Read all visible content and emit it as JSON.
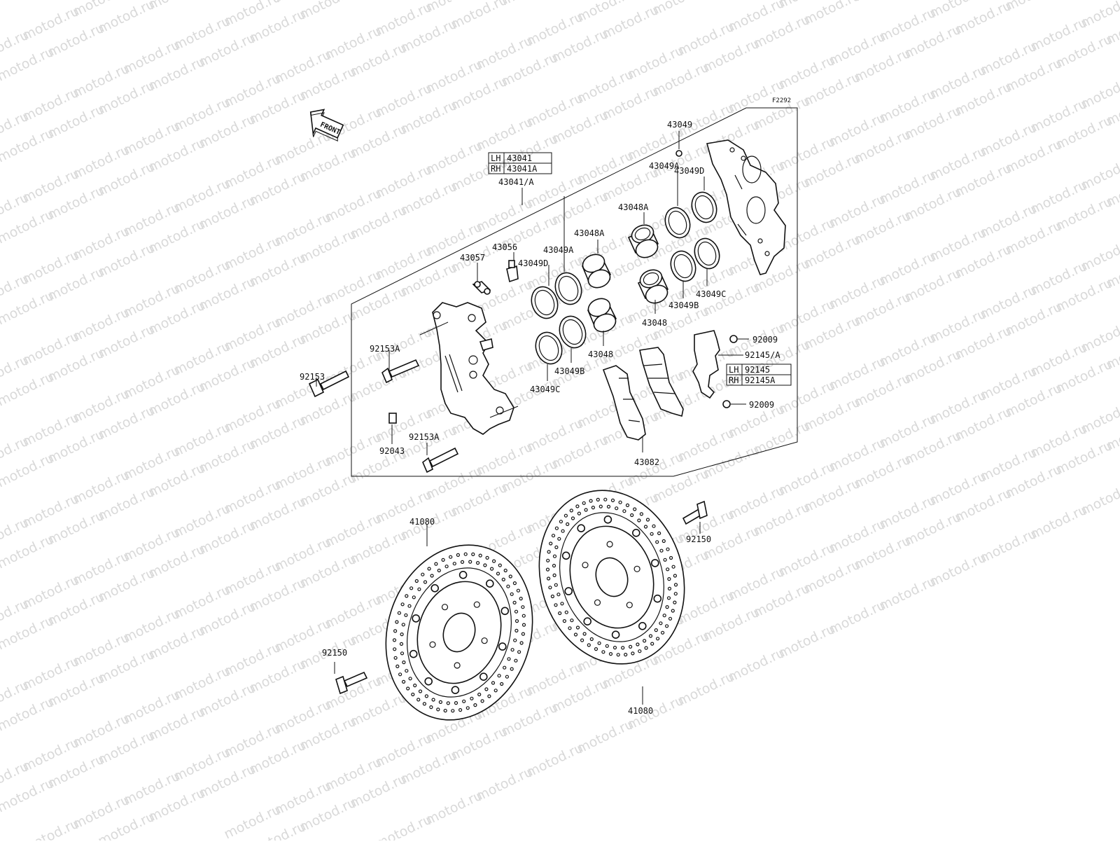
{
  "diagram": {
    "code": "F2292",
    "watermark": "motod.ru",
    "front_arrow_label": "FRONT",
    "caliper_assembly": {
      "table": [
        {
          "side": "LH",
          "part": "43041"
        },
        {
          "side": "RH",
          "part": "43041A"
        }
      ],
      "label": "43041/A"
    },
    "pad_spring": {
      "table": [
        {
          "side": "LH",
          "part": "92145"
        },
        {
          "side": "RH",
          "part": "92145A"
        }
      ],
      "label": "92145/A"
    },
    "labels": {
      "p43049": "43049",
      "p43049D_r": "43049D",
      "p43049A_r": "43049A",
      "p43048A_r": "43048A",
      "p43048A_l": "43048A",
      "p43056": "43056",
      "p43057": "43057",
      "p43049A_l": "43049A",
      "p43049D_l": "43049D",
      "p43049C_r": "43049C",
      "p43049B_r": "43049B",
      "p43048_r": "43048",
      "p43048_l": "43048",
      "p43049B_l": "43049B",
      "p43049C_l": "43049C",
      "p92009_t": "92009",
      "p92009_b": "92009",
      "p92153": "92153",
      "p92153A_t": "92153A",
      "p92153A_b": "92153A",
      "p92043": "92043",
      "p43082": "43082",
      "p41080_l": "41080",
      "p41080_r": "41080",
      "p92150_r": "92150",
      "p92150_l": "92150"
    }
  }
}
